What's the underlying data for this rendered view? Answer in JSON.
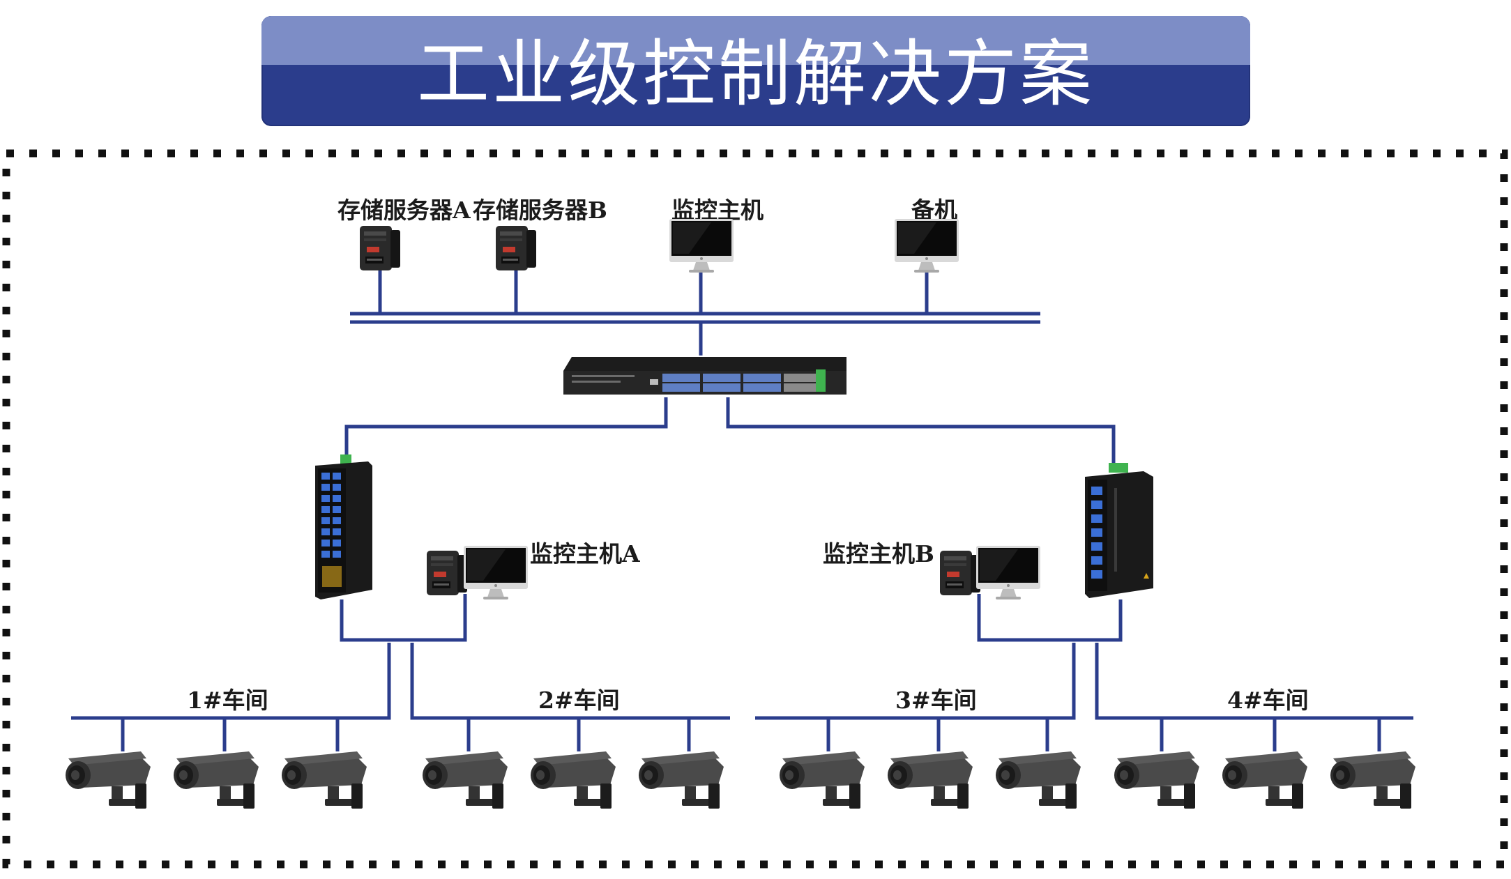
{
  "title": "工业级控制解决方案",
  "nodes": {
    "storage_a": "存储服务器A",
    "storage_b": "存储服务器B",
    "monitor_host": "监控主机",
    "backup": "备机",
    "monitor_host_a": "监控主机A",
    "monitor_host_b": "监控主机B"
  },
  "workshops": [
    "1#车间",
    "2#车间",
    "3#车间",
    "4#车间"
  ],
  "colors": {
    "line": "#2b3d8c",
    "banner_top": "#7d8dc6",
    "banner_bottom": "#2b3d8c",
    "border_dots": "#111111",
    "device_body": "#1f1f1f",
    "port_blue": "#3b6fd6",
    "terminal_green": "#3fb34f"
  },
  "icons": [
    "server-icon",
    "monitor-icon",
    "core-switch-icon",
    "industrial-switch-icon",
    "camera-icon"
  ]
}
